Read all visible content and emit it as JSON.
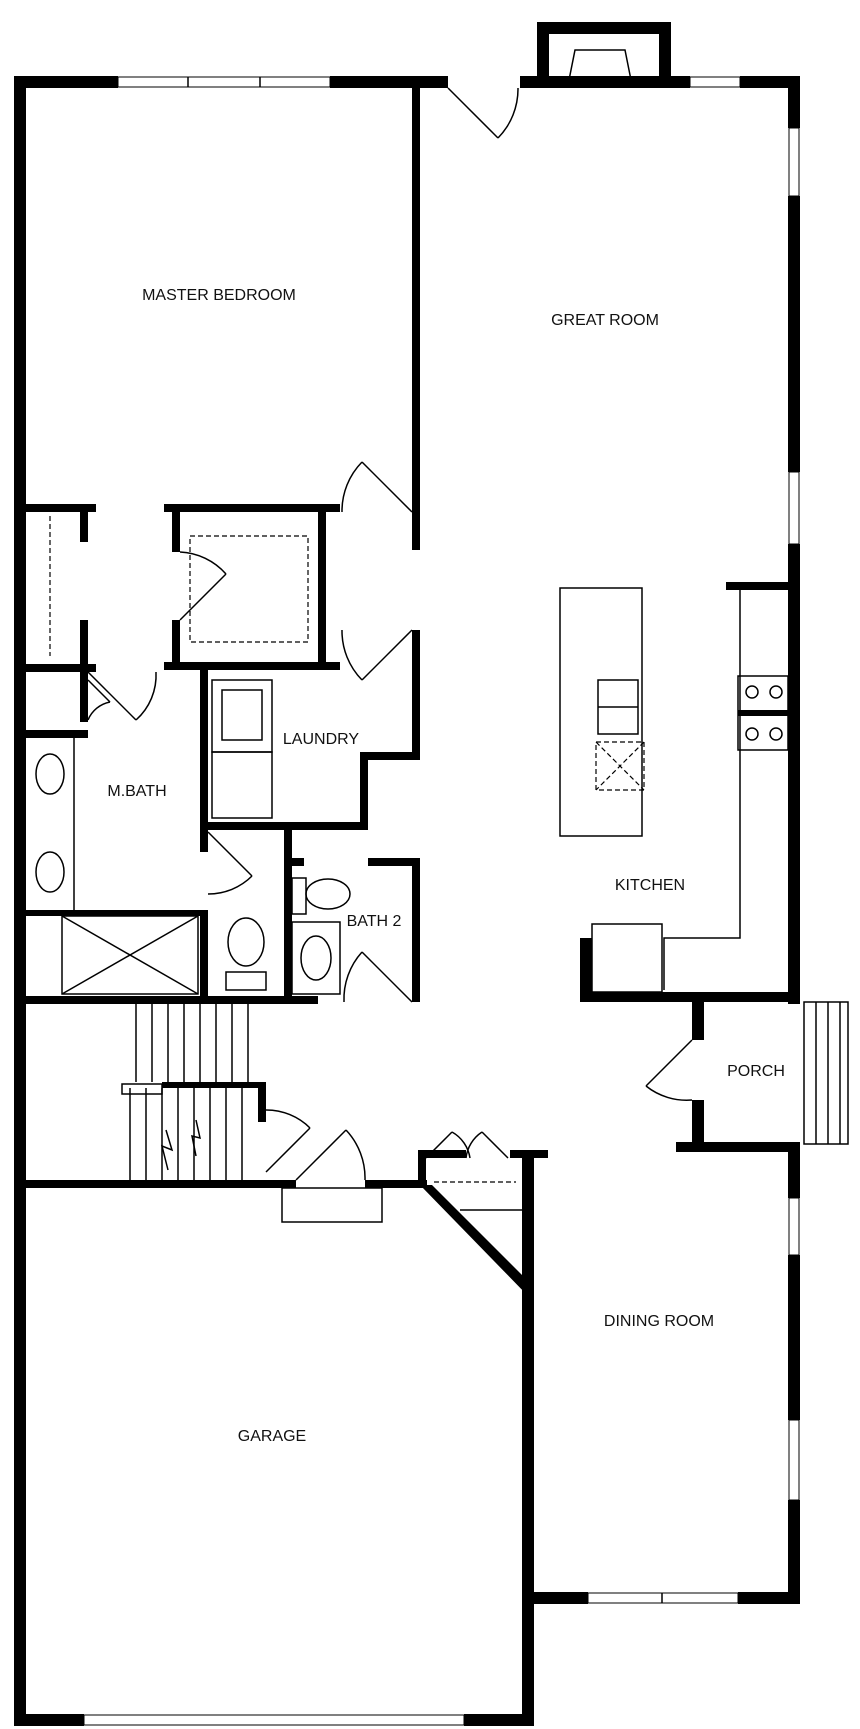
{
  "rooms": {
    "master_bedroom": "MASTER BEDROOM",
    "great_room": "GREAT ROOM",
    "laundry": "LAUNDRY",
    "master_bath": "M.BATH",
    "kitchen": "KITCHEN",
    "bath_2": "BATH 2",
    "porch": "PORCH",
    "dining_room": "DINING ROOM",
    "garage": "GARAGE"
  }
}
